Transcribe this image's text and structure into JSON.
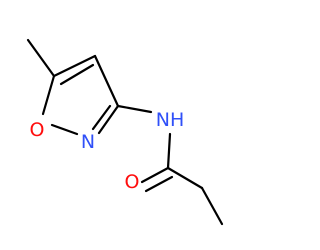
{
  "molecule": {
    "atoms": [
      {
        "element": "O",
        "label": "O",
        "color": "#ff0d0d"
      },
      {
        "element": "N",
        "label": "N",
        "color": "#3050f8"
      },
      {
        "element": "N",
        "label": "NH",
        "color": "#3050f8"
      },
      {
        "element": "O",
        "label": "O",
        "color": "#ff0d0d"
      }
    ],
    "bond_color": "#000000"
  }
}
